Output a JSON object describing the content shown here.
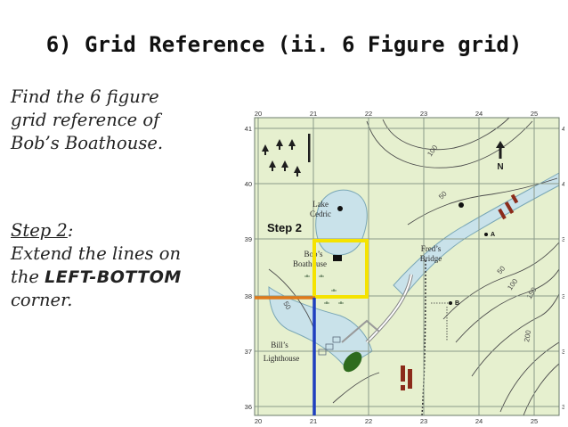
{
  "slide": {
    "title": "6) Grid Reference (ii. 6 Figure grid)",
    "instruction_lines": [
      "Find the 6 figure",
      "grid reference of",
      "Bob’s Boathouse."
    ],
    "step_label": "Step 2",
    "step_colon": ":",
    "step_line2": "Extend the lines on",
    "step_line3_prefix": "the ",
    "step_line3_emphasis": "LEFT-BOTTOM",
    "step_line4": "corner."
  },
  "map": {
    "x_labels": [
      "20",
      "21",
      "22",
      "23",
      "24",
      "25"
    ],
    "y_labels": [
      "41",
      "40",
      "39",
      "38",
      "37",
      "36"
    ],
    "place_labels": {
      "lake": "Lake",
      "cedric": "Cedric",
      "bobs": "Bob’s",
      "boathouse": "Boathouse",
      "freds": "Fred’s",
      "bridge": "Bridge",
      "bills": "Bill’s",
      "lighthouse": "Lighthouse"
    },
    "step_annotation": "Step 2",
    "north_label": "N",
    "point_a": "A",
    "point_b": "B",
    "contours": [
      "100",
      "50",
      "50",
      "100",
      "150",
      "200",
      "50"
    ],
    "colors": {
      "land": "#e6f0cf",
      "water": "#c9e2ea",
      "grid": "#8a9a8a",
      "highlight_square": "#f5e300",
      "orange_line": "#e07a1a",
      "blue_line": "#1f3fbf",
      "contour": "#4a4a4a"
    }
  }
}
